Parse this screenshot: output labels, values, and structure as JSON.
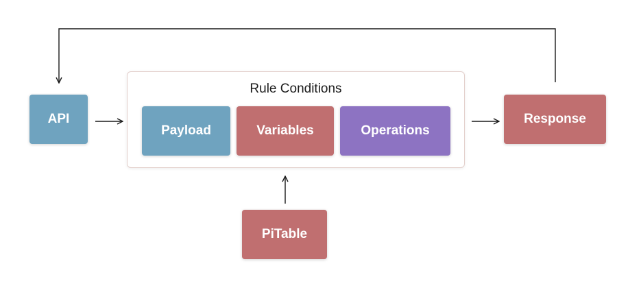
{
  "nodes": {
    "api": {
      "label": "API"
    },
    "rule_conditions": {
      "label": "Rule Conditions"
    },
    "payload": {
      "label": "Payload"
    },
    "variables": {
      "label": "Variables"
    },
    "operations": {
      "label": "Operations"
    },
    "response": {
      "label": "Response"
    },
    "pitable": {
      "label": "PiTable"
    }
  },
  "colors": {
    "blue": "#6fa3bf",
    "red": "#c06f70",
    "purple": "#8d73c2",
    "line": "#1a1a1a"
  }
}
